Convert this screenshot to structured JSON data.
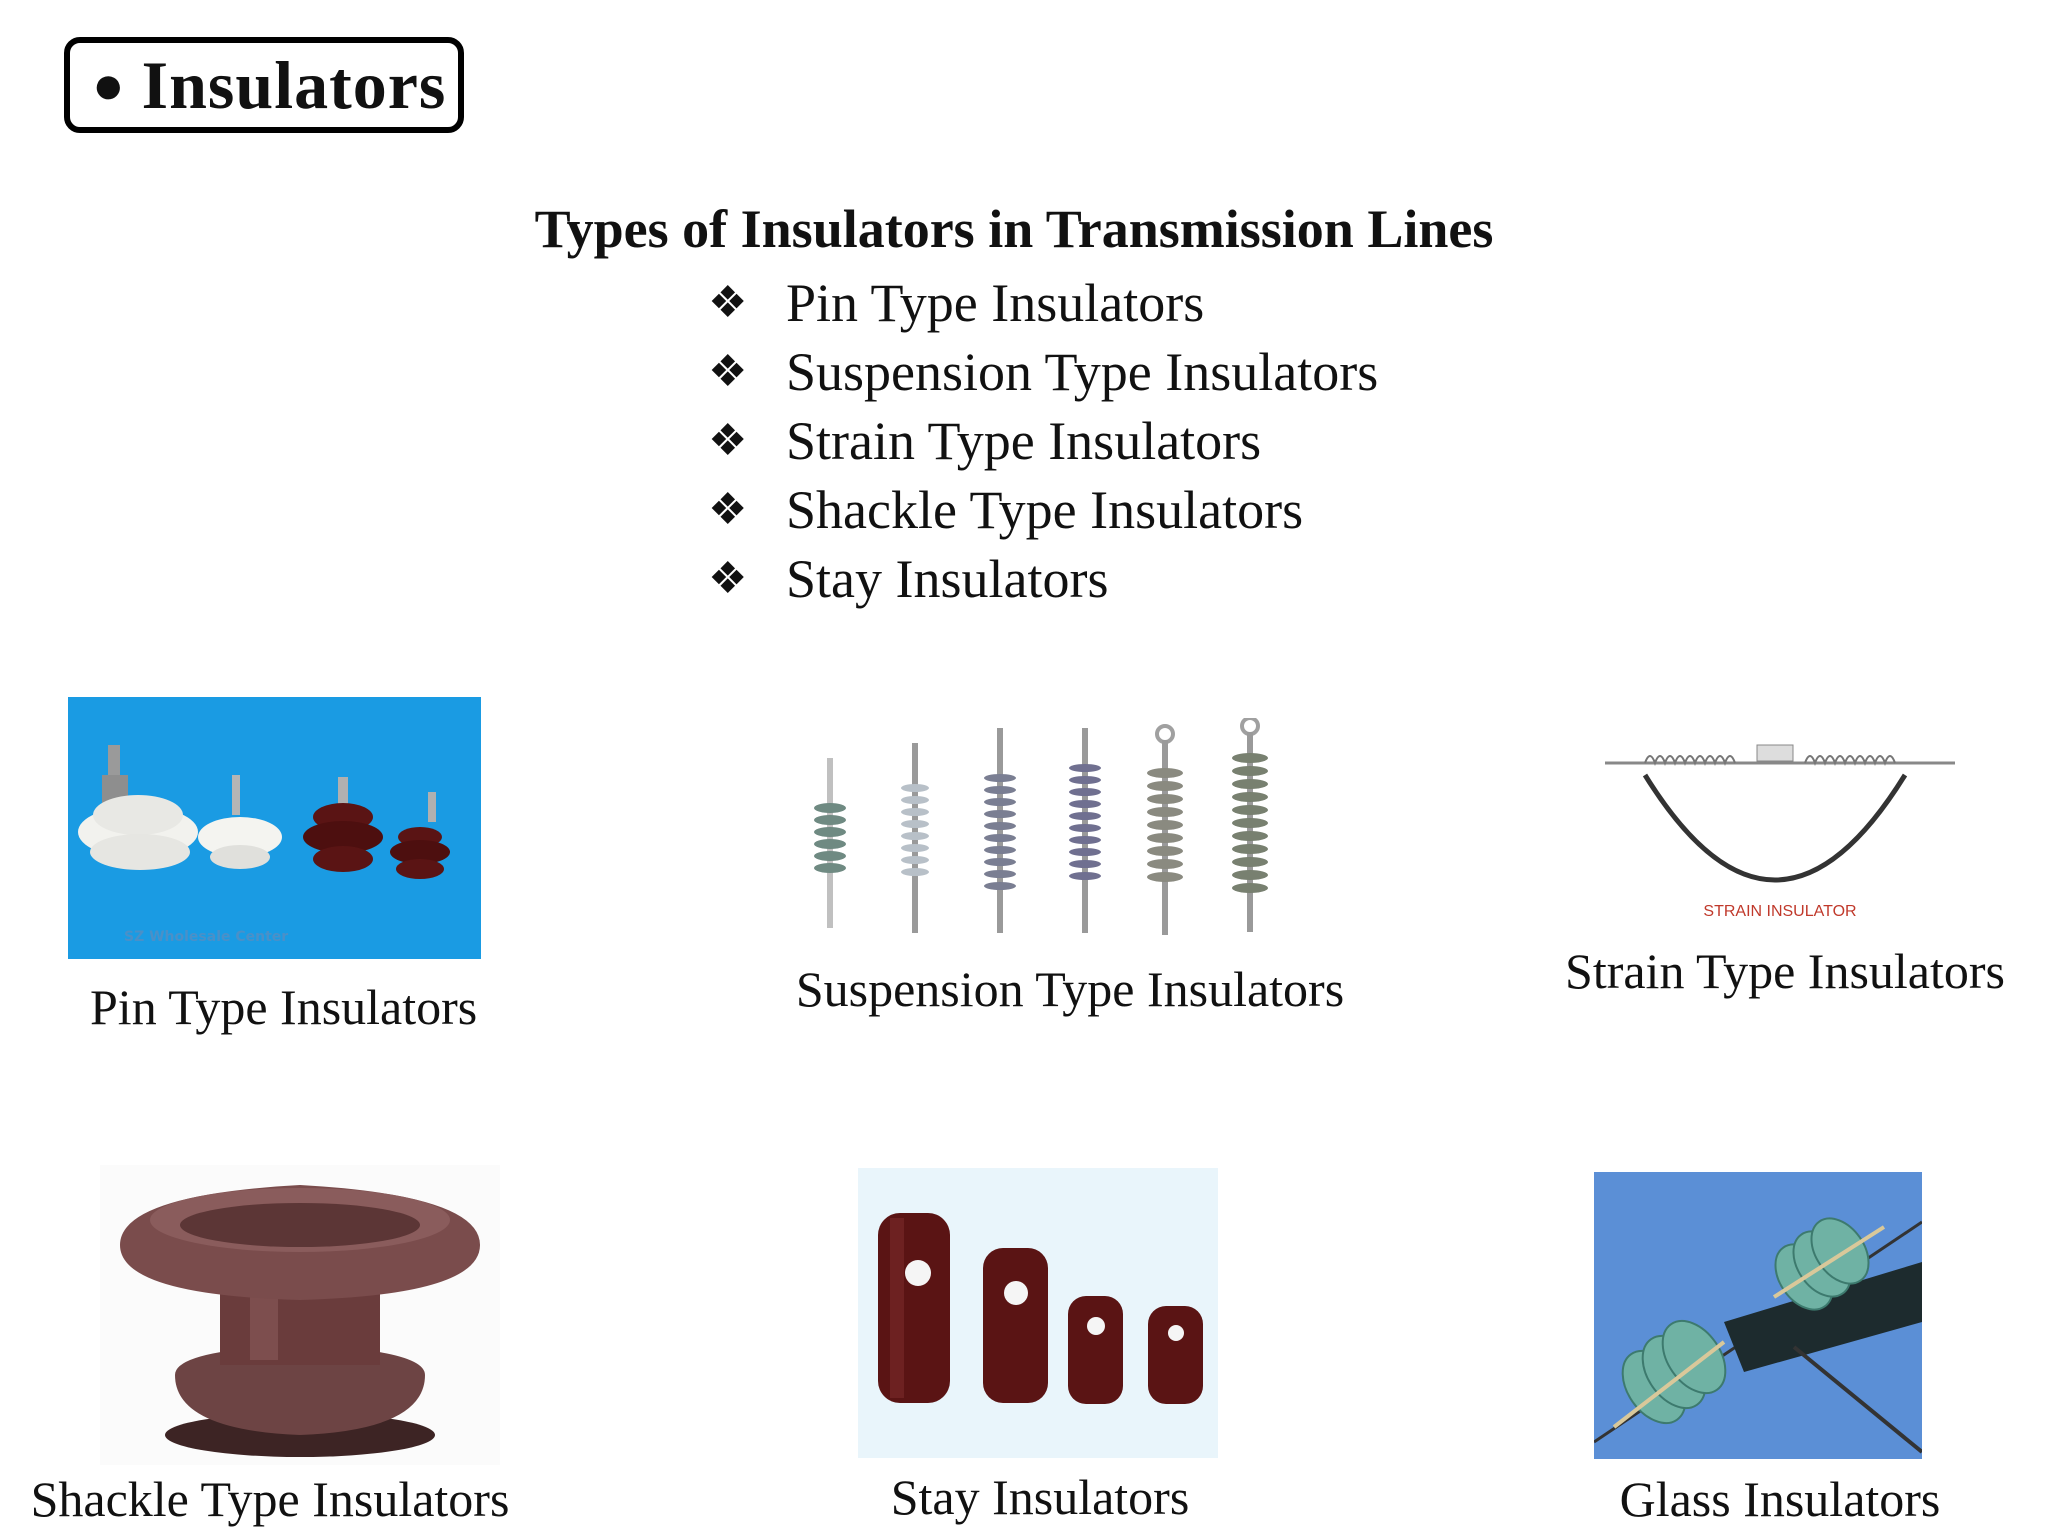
{
  "header": {
    "bullet": "●",
    "label": "Insulators"
  },
  "main_title": "Types of Insulators in Transmission Lines",
  "types": [
    {
      "bullet": "❖",
      "label": "Pin Type Insulators"
    },
    {
      "bullet": "❖",
      "label": "Suspension Type Insulators"
    },
    {
      "bullet": "❖",
      "label": "Strain Type Insulators"
    },
    {
      "bullet": "❖",
      "label": "Shackle Type Insulators"
    },
    {
      "bullet": "❖",
      "label": "Stay Insulators"
    }
  ],
  "figures": {
    "pin": {
      "caption": "Pin Type Insulators",
      "watermark": "SZ Wholesale Center"
    },
    "suspension": {
      "caption": "Suspension Type Insulators"
    },
    "strain": {
      "caption": "Strain Type Insulators",
      "photo_label": "STRAIN INSULATOR"
    },
    "shackle": {
      "caption": "Shackle Type Insulators"
    },
    "stay": {
      "caption": "Stay Insulators"
    },
    "glass": {
      "caption": "Glass Insulators"
    }
  },
  "colors": {
    "pin_background": "#1a9be3",
    "porcelain_brown": "#5a1414",
    "porcelain_white": "#f2f2ee",
    "glass_sky": "#5b8fd6",
    "glass_green": "#6fb2a4",
    "strain_label": "#c0392b"
  }
}
